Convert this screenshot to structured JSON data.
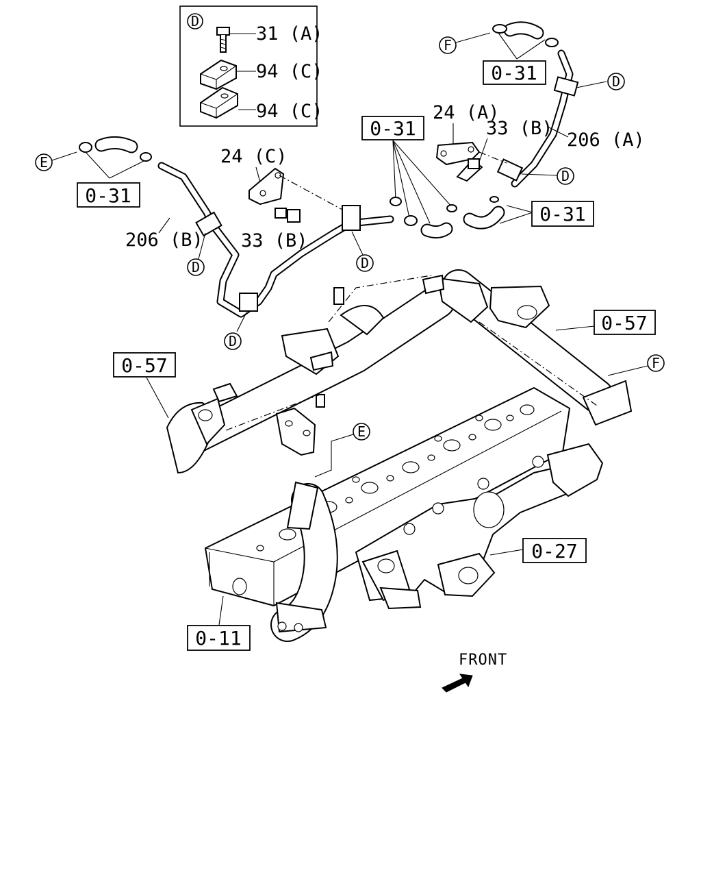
{
  "detail_box": {
    "marker": "D",
    "items": [
      {
        "label": "31 (A)"
      },
      {
        "label": "94 (C)"
      },
      {
        "label": "94 (C)"
      }
    ]
  },
  "callouts": {
    "D": "D",
    "E": "E",
    "F": "F"
  },
  "part_labels": {
    "p24a": "24 (A)",
    "p33b_right": "33 (B)",
    "p206a": "206 (A)",
    "p24c": "24 (C)",
    "p33b_left": "33 (B)",
    "p206b": "206 (B)"
  },
  "ref_boxes": {
    "r031_top_right": "0-31",
    "r031_center": "0-31",
    "r031_left": "0-31",
    "r031_right_mid": "0-31",
    "r057_right": "0-57",
    "r057_left": "0-57",
    "r027": "0-27",
    "r011": "0-11"
  },
  "front_label": "FRONT"
}
